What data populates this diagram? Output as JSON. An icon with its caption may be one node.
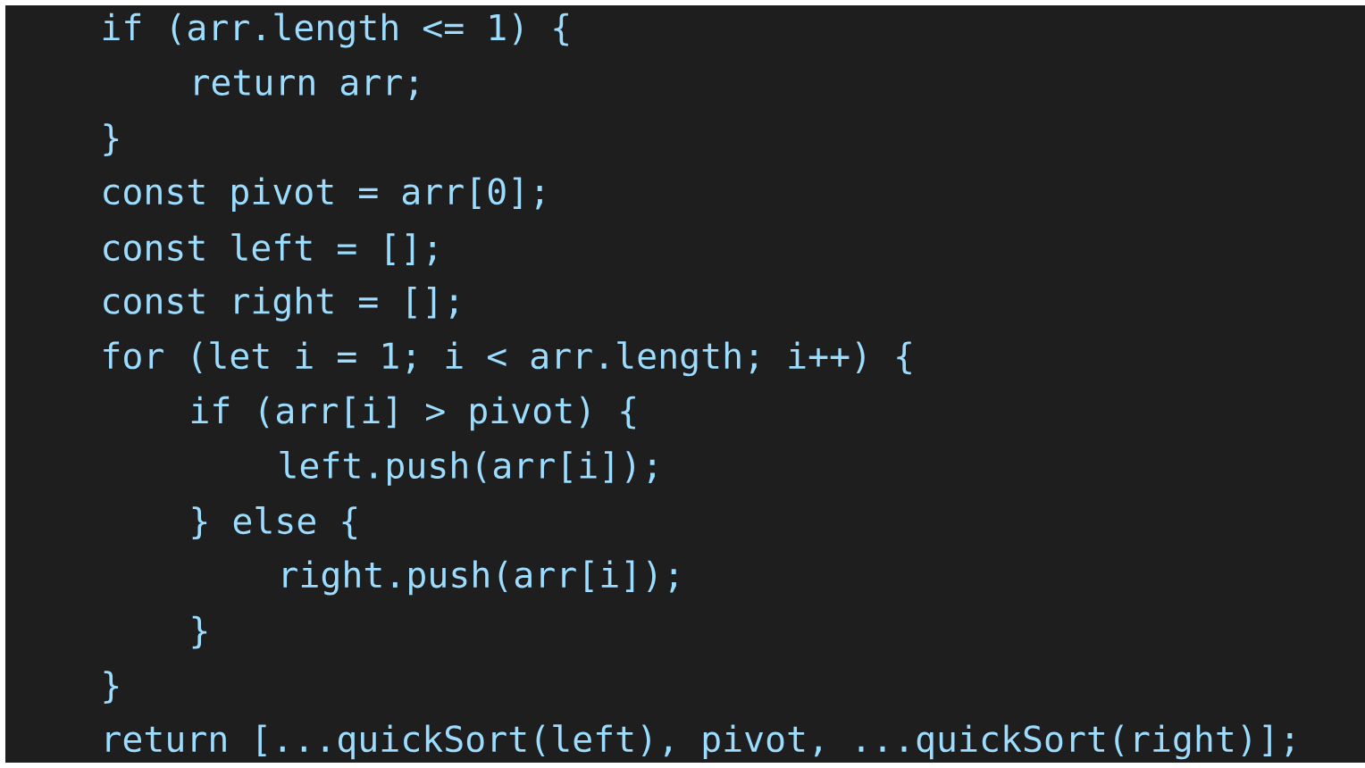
{
  "diagram": {
    "labels": [
      "if (arr.length <= 1) {",
      "return arr;",
      "}",
      "const pivot = arr[0];",
      "const left = [];",
      "const right = [];",
      "for (let i = 1; i < arr.length; i++) {",
      "if (arr[i] > pivot) {",
      "left.push(arr[i]);",
      "} else {",
      "right.push(arr[i]);",
      "}",
      "}",
      "return [...quickSort(left), pivot, ...quickSort(right)];"
    ]
  }
}
